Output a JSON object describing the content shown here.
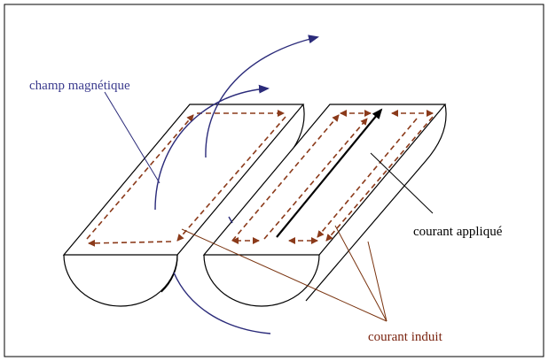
{
  "labels": {
    "magnetic_field": "champ magnétique",
    "applied_current": "courant appliqué",
    "induced_current": "courant induit"
  },
  "colors": {
    "field_arrow": "#2b2b7a",
    "induced_arrow": "#8b3a1a",
    "applied_arrow": "#000000",
    "outline": "#000000",
    "induced_text": "#7a2410",
    "field_text": "#3b3b8e"
  }
}
